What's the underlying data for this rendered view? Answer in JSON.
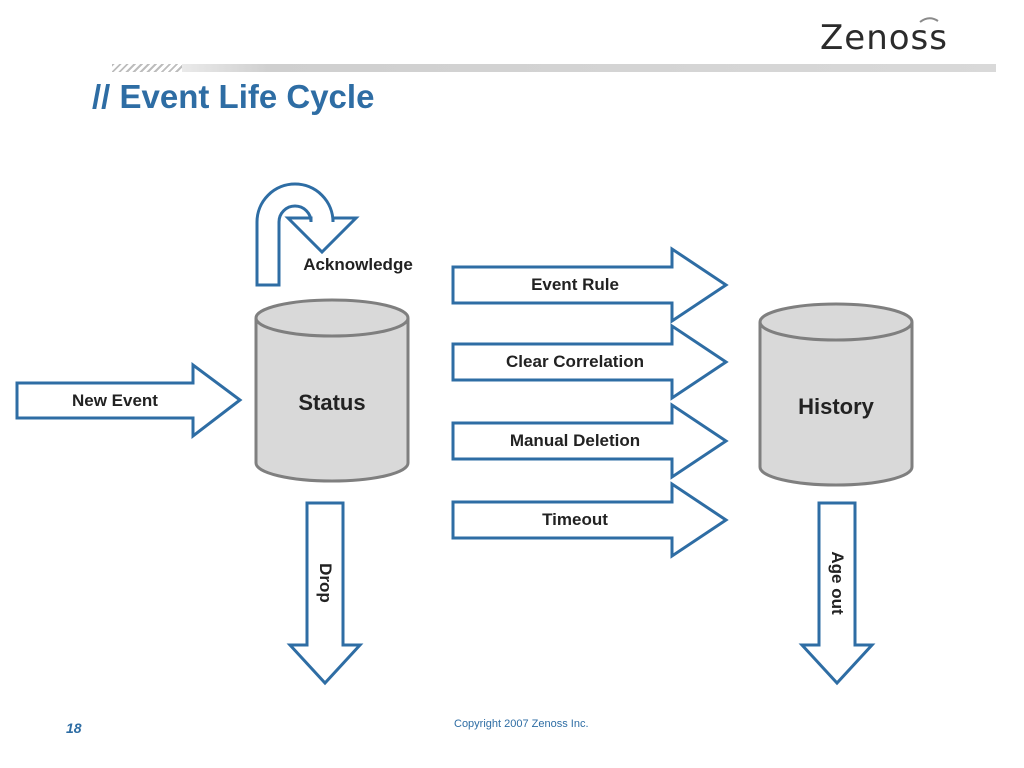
{
  "logo": {
    "text": "Zenoss"
  },
  "title": "// Event Life Cycle",
  "diagram": {
    "stores": {
      "status": "Status",
      "history": "History"
    },
    "arrows": {
      "new_event": "New Event",
      "acknowledge": "Acknowledge",
      "event_rule": "Event Rule",
      "clear_correlation": "Clear Correlation",
      "manual_deletion": "Manual Deletion",
      "timeout": "Timeout",
      "drop": "Drop",
      "age_out": "Age out"
    },
    "colors": {
      "arrow_stroke": "#2e6da4",
      "cylinder_fill": "#d9d9d9",
      "cylinder_stroke": "#7f7f7f"
    }
  },
  "footer": {
    "slide_number": "18",
    "copyright": "Copyright 2007 Zenoss Inc."
  }
}
